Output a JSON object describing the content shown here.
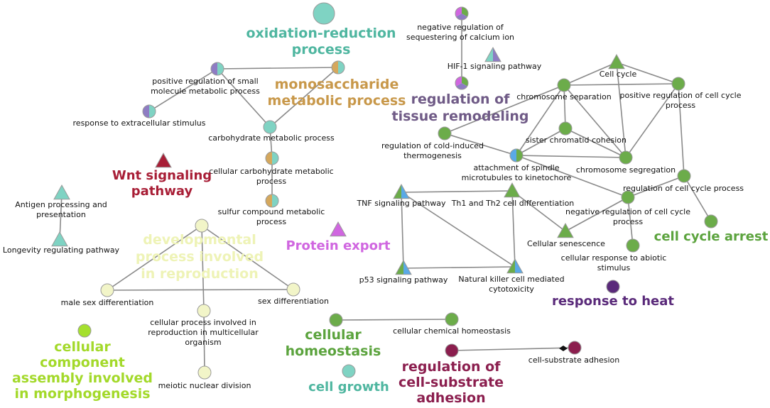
{
  "colors": {
    "teal": "#7fd3c3",
    "blue": "#5aa9e6",
    "purple": "#8e7cc3",
    "tan": "#d5a85d",
    "pale_yellow": "#f2f5c8",
    "olive_green": "#6cac4a",
    "lime": "#a5e02e",
    "dark_green": "#5a9a3a",
    "maroon": "#8b1e4e",
    "magenta": "#d066e0",
    "dark_purple": "#5a2a7a",
    "crimson": "#a81e36",
    "slate_purple": "#6f5a86",
    "group_teal": "#4fb6a0",
    "group_tan": "#c8984a",
    "group_green": "#5ba33d",
    "group_lime": "#a3d92a",
    "group_yellow": "#eef3b6"
  },
  "nodes": [
    {
      "id": "oxred",
      "shape": "circle",
      "colors": [
        "#7fd3c3"
      ],
      "size": "large",
      "label": ""
    },
    {
      "id": "posreg",
      "shape": "circle",
      "colors": [
        "#7fd3c3",
        "#8e7cc3"
      ],
      "size": "small",
      "label": "positive regulation of small molecule metabolic process"
    },
    {
      "id": "mono",
      "shape": "circle",
      "colors": [
        "#7fd3c3",
        "#d5a85d"
      ],
      "size": "small",
      "label": ""
    },
    {
      "id": "resp",
      "shape": "circle",
      "colors": [
        "#7fd3c3",
        "#8e7cc3"
      ],
      "size": "small",
      "label": "response to extracellular stimulus"
    },
    {
      "id": "carb",
      "shape": "circle",
      "colors": [
        "#7fd3c3"
      ],
      "size": "small",
      "label": "carbohydrate metabolic process"
    },
    {
      "id": "cellcarb",
      "shape": "circle",
      "colors": [
        "#7fd3c3",
        "#d5a85d"
      ],
      "size": "small",
      "label": "cellular carbohydrate metabolic process"
    },
    {
      "id": "sulfur",
      "shape": "circle",
      "colors": [
        "#7fd3c3",
        "#d5a85d"
      ],
      "size": "small",
      "label": "sulfur compound metabolic process"
    },
    {
      "id": "wnt",
      "shape": "triangle",
      "colors": [
        "#a81e36"
      ],
      "size": "small",
      "label": ""
    },
    {
      "id": "antigen",
      "shape": "triangle",
      "colors": [
        "#7fd3c3"
      ],
      "size": "small",
      "label": "Antigen processing and presentation"
    },
    {
      "id": "longevity",
      "shape": "triangle",
      "colors": [
        "#7fd3c3"
      ],
      "size": "small",
      "label": "Longevity regulating pathway"
    },
    {
      "id": "devproc",
      "shape": "circle",
      "colors": [
        "#f2f5c8"
      ],
      "size": "small",
      "label": ""
    },
    {
      "id": "malesex",
      "shape": "circle",
      "colors": [
        "#f2f5c8"
      ],
      "size": "small",
      "label": "male sex differentiation"
    },
    {
      "id": "sexdiff",
      "shape": "circle",
      "colors": [
        "#f2f5c8"
      ],
      "size": "small",
      "label": "sex differentiation"
    },
    {
      "id": "cellrepro",
      "shape": "circle",
      "colors": [
        "#f2f5c8"
      ],
      "size": "small",
      "label": "cellular process involved in reproduction in multicellular organism"
    },
    {
      "id": "meiotic",
      "shape": "circle",
      "colors": [
        "#f2f5c8"
      ],
      "size": "small",
      "label": "meiotic nuclear division"
    },
    {
      "id": "ccam",
      "shape": "circle",
      "colors": [
        "#a5e02e"
      ],
      "size": "small",
      "label": ""
    },
    {
      "id": "protexp",
      "shape": "triangle",
      "colors": [
        "#d066e0"
      ],
      "size": "small",
      "label": ""
    },
    {
      "id": "negseq",
      "shape": "circle",
      "colors": [
        "#6cac4a",
        "#8e7cc3",
        "#d066e0"
      ],
      "size": "small",
      "label": "negative regulation of sequestering of calcium ion"
    },
    {
      "id": "hif",
      "shape": "triangle",
      "colors": [
        "#7fd3c3",
        "#8e7cc3"
      ],
      "size": "small",
      "label": "HIF-1 signaling pathway"
    },
    {
      "id": "tissrem",
      "shape": "circle",
      "colors": [
        "#6cac4a",
        "#8e7cc3",
        "#d066e0"
      ],
      "size": "small",
      "label": ""
    },
    {
      "id": "cellcycle",
      "shape": "triangle",
      "colors": [
        "#6cac4a"
      ],
      "size": "small",
      "label": "Cell cycle"
    },
    {
      "id": "chromsep",
      "shape": "circle",
      "colors": [
        "#6cac4a"
      ],
      "size": "small",
      "label": "chromosome separation"
    },
    {
      "id": "posregcc",
      "shape": "circle",
      "colors": [
        "#6cac4a"
      ],
      "size": "small",
      "label": "positive regulation of cell cycle process"
    },
    {
      "id": "regcold",
      "shape": "circle",
      "colors": [
        "#6cac4a"
      ],
      "size": "small",
      "label": "regulation of cold-induced thermogenesis"
    },
    {
      "id": "sister",
      "shape": "circle",
      "colors": [
        "#6cac4a"
      ],
      "size": "small",
      "label": "sister chromatid cohesion"
    },
    {
      "id": "attach",
      "shape": "circle",
      "colors": [
        "#6cac4a",
        "#5aa9e6"
      ],
      "size": "small",
      "label": "attachment of spindle microtubules to kinetochore"
    },
    {
      "id": "chromseg",
      "shape": "circle",
      "colors": [
        "#6cac4a"
      ],
      "size": "small",
      "label": "chromosome segregation"
    },
    {
      "id": "regccp",
      "shape": "circle",
      "colors": [
        "#6cac4a"
      ],
      "size": "small",
      "label": "regulation of cell cycle process"
    },
    {
      "id": "negregcc",
      "shape": "circle",
      "colors": [
        "#6cac4a"
      ],
      "size": "small",
      "label": "negative regulation of cell cycle process"
    },
    {
      "id": "ccarrest",
      "shape": "circle",
      "colors": [
        "#6cac4a"
      ],
      "size": "small",
      "label": ""
    },
    {
      "id": "tnf",
      "shape": "triangle",
      "colors": [
        "#6cac4a",
        "#5aa9e6"
      ],
      "size": "small",
      "label": "TNF signaling pathway"
    },
    {
      "id": "th1",
      "shape": "triangle",
      "colors": [
        "#6cac4a"
      ],
      "size": "small",
      "label": "Th1 and Th2 cell differentiation"
    },
    {
      "id": "senesc",
      "shape": "triangle",
      "colors": [
        "#6cac4a"
      ],
      "size": "small",
      "label": "Cellular senescence"
    },
    {
      "id": "abiotic",
      "shape": "circle",
      "colors": [
        "#6cac4a"
      ],
      "size": "small",
      "label": "cellular response to abiotic stimulus"
    },
    {
      "id": "p53",
      "shape": "triangle",
      "colors": [
        "#6cac4a",
        "#5aa9e6"
      ],
      "size": "small",
      "label": "p53 signaling pathway"
    },
    {
      "id": "nk",
      "shape": "triangle",
      "colors": [
        "#6cac4a",
        "#5aa9e6"
      ],
      "size": "small",
      "label": "Natural killer cell mediated cytotoxicity"
    },
    {
      "id": "heat",
      "shape": "circle",
      "colors": [
        "#5a2a7a"
      ],
      "size": "small",
      "label": ""
    },
    {
      "id": "cellhomeo",
      "shape": "circle",
      "colors": [
        "#6cac4a"
      ],
      "size": "small",
      "label": ""
    },
    {
      "id": "chemhomeo",
      "shape": "circle",
      "colors": [
        "#6cac4a"
      ],
      "size": "small",
      "label": "cellular chemical homeostasis"
    },
    {
      "id": "regadh",
      "shape": "circle",
      "colors": [
        "#8b1e4e"
      ],
      "size": "small",
      "label": ""
    },
    {
      "id": "celladh",
      "shape": "circle",
      "colors": [
        "#8b1e4e"
      ],
      "size": "small",
      "label": "cell-substrate adhesion"
    },
    {
      "id": "cellgrowth",
      "shape": "circle",
      "colors": [
        "#7fd3c3"
      ],
      "size": "small",
      "label": ""
    }
  ],
  "edges": [
    [
      "posreg",
      "mono"
    ],
    [
      "posreg",
      "resp"
    ],
    [
      "mono",
      "carb"
    ],
    [
      "posreg",
      "carb"
    ],
    [
      "carb",
      "cellcarb"
    ],
    [
      "cellcarb",
      "sulfur"
    ],
    [
      "antigen",
      "longevity"
    ],
    [
      "devproc",
      "malesex"
    ],
    [
      "devproc",
      "sexdiff"
    ],
    [
      "malesex",
      "sexdiff"
    ],
    [
      "devproc",
      "cellrepro"
    ],
    [
      "cellrepro",
      "meiotic"
    ],
    [
      "negseq",
      "tissrem"
    ],
    [
      "cellcycle",
      "chromsep"
    ],
    [
      "cellcycle",
      "posregcc"
    ],
    [
      "cellcycle",
      "chromseg"
    ],
    [
      "chromsep",
      "posregcc"
    ],
    [
      "chromsep",
      "regcold"
    ],
    [
      "chromsep",
      "sister"
    ],
    [
      "chromsep",
      "attach"
    ],
    [
      "chromsep",
      "chromseg"
    ],
    [
      "posregcc",
      "chromseg"
    ],
    [
      "posregcc",
      "regccp"
    ],
    [
      "regcold",
      "attach"
    ],
    [
      "sister",
      "attach"
    ],
    [
      "sister",
      "chromseg"
    ],
    [
      "attach",
      "chromseg"
    ],
    [
      "attach",
      "negregcc"
    ],
    [
      "regccp",
      "negregcc"
    ],
    [
      "regccp",
      "ccarrest"
    ],
    [
      "negregcc",
      "senesc"
    ],
    [
      "negregcc",
      "abiotic"
    ],
    [
      "tnf",
      "th1"
    ],
    [
      "tnf",
      "p53"
    ],
    [
      "tnf",
      "nk"
    ],
    [
      "th1",
      "nk"
    ],
    [
      "th1",
      "senesc"
    ],
    [
      "p53",
      "nk"
    ],
    [
      "cellhomeo",
      "chemhomeo"
    ],
    [
      "regadh",
      "celladh"
    ]
  ],
  "group_labels": [
    {
      "id": "g-oxred",
      "lines": [
        "oxidation-reduction",
        "process"
      ],
      "color": "#4fb6a0"
    },
    {
      "id": "g-mono",
      "lines": [
        "monosaccharide",
        "metabolic process"
      ],
      "color": "#c8984a"
    },
    {
      "id": "g-wnt",
      "lines": [
        "Wnt signaling",
        "pathway"
      ],
      "color": "#a81e36"
    },
    {
      "id": "g-dev",
      "lines": [
        "developmental",
        "process involved",
        "in reproduction"
      ],
      "color": "#eef3b6"
    },
    {
      "id": "g-ccam",
      "lines": [
        "cellular",
        "component",
        "assembly involved",
        "in morphogenesis"
      ],
      "color": "#a3d92a"
    },
    {
      "id": "g-protexp",
      "lines": [
        "Protein export"
      ],
      "color": "#d066e0"
    },
    {
      "id": "g-tissrem",
      "lines": [
        "regulation of",
        "tissue remodeling"
      ],
      "color": "#6f5a86"
    },
    {
      "id": "g-ccarrest",
      "lines": [
        "cell cycle arrest"
      ],
      "color": "#5ba33d"
    },
    {
      "id": "g-heat",
      "lines": [
        "response to heat"
      ],
      "color": "#5a2a7a"
    },
    {
      "id": "g-cellhomeo",
      "lines": [
        "cellular",
        "homeostasis"
      ],
      "color": "#5ba33d"
    },
    {
      "id": "g-regadh",
      "lines": [
        "regulation of",
        "cell-substrate",
        "adhesion"
      ],
      "color": "#8b1e4e"
    },
    {
      "id": "g-cellgrowth",
      "lines": [
        "cell growth"
      ],
      "color": "#4fb6a0"
    }
  ]
}
